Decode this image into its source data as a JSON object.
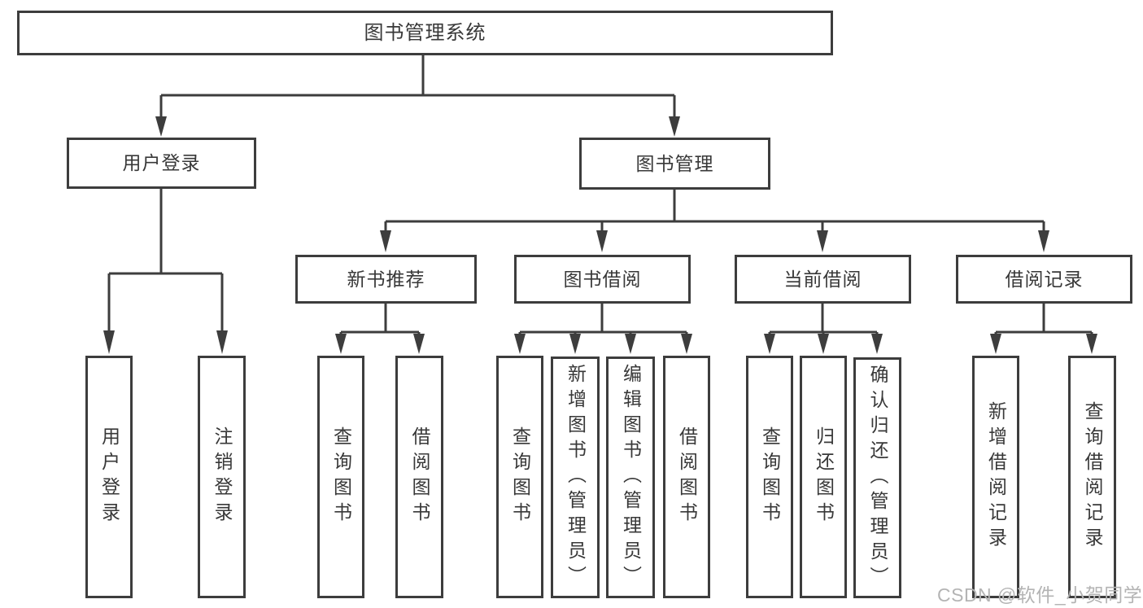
{
  "tree": {
    "label": "图书管理系统",
    "children": [
      {
        "label": "用户登录",
        "children": [
          {
            "label": "用户登录"
          },
          {
            "label": "注销登录"
          }
        ]
      },
      {
        "label": "图书管理",
        "children": [
          {
            "label": "新书推荐",
            "children": [
              {
                "label": "查询图书"
              },
              {
                "label": "借阅图书"
              }
            ]
          },
          {
            "label": "图书借阅",
            "children": [
              {
                "label": "查询图书"
              },
              {
                "label": "新增图书（管理员）"
              },
              {
                "label": "编辑图书（管理员）"
              },
              {
                "label": "借阅图书"
              }
            ]
          },
          {
            "label": "当前借阅",
            "children": [
              {
                "label": "查询图书"
              },
              {
                "label": "归还图书"
              },
              {
                "label": "确认归还（管理员）"
              }
            ]
          },
          {
            "label": "借阅记录",
            "children": [
              {
                "label": "新增借阅记录"
              },
              {
                "label": "查询借阅记录"
              }
            ]
          }
        ]
      }
    ]
  },
  "watermark": {
    "text": "CSDN @软件_小贺同学"
  },
  "colors": {
    "line": "#3d3d3d",
    "text": "#383838",
    "watermark": "#b4b4b4",
    "background": "#ffffff"
  }
}
